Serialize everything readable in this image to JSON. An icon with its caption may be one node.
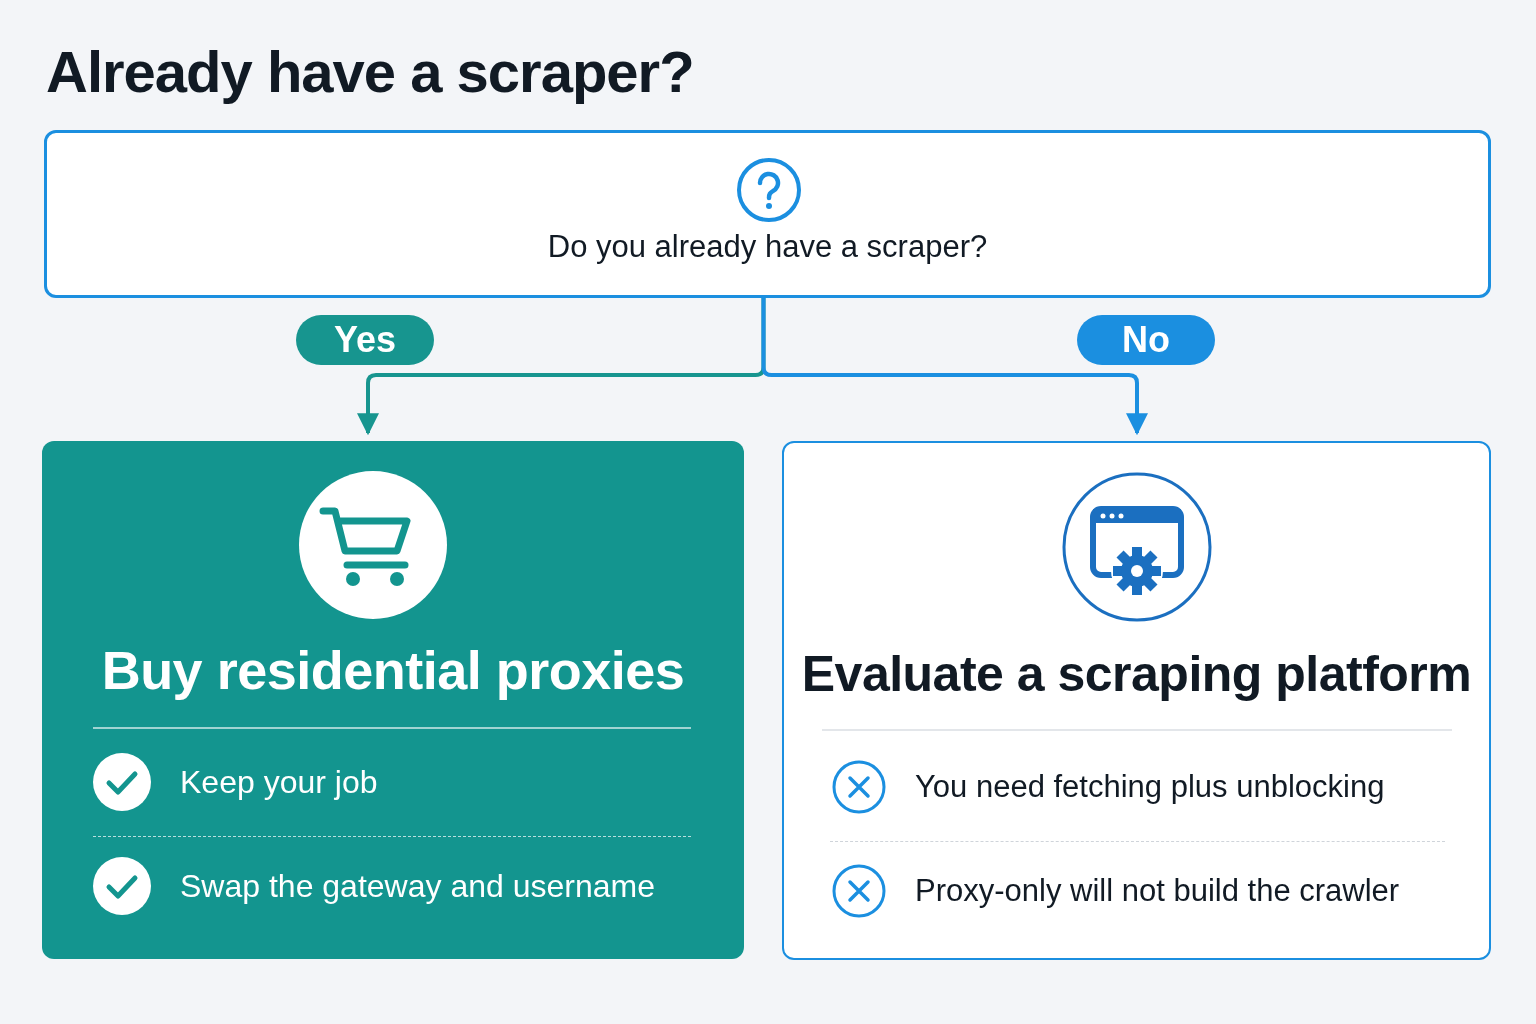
{
  "diagram": {
    "title": "Already have a scraper?",
    "nodes": [
      {
        "text": [
          "Do you already have a scraper?"
        ]
      },
      {
        "text": [
          "Buy residential proxies",
          "Keep your job",
          "Swap the gateway and username"
        ]
      },
      {
        "text": [
          "Evaluate a scraping platform",
          "You need fetching plus unblocking",
          "Proxy-only will not build the crawler"
        ]
      }
    ],
    "edges": [
      {
        "from": 0,
        "to": 1,
        "arrow": "to",
        "label": "Yes",
        "color": "#17958f"
      },
      {
        "from": 0,
        "to": 2,
        "arrow": "to",
        "label": "No",
        "color": "#1b8fe0"
      }
    ]
  }
}
